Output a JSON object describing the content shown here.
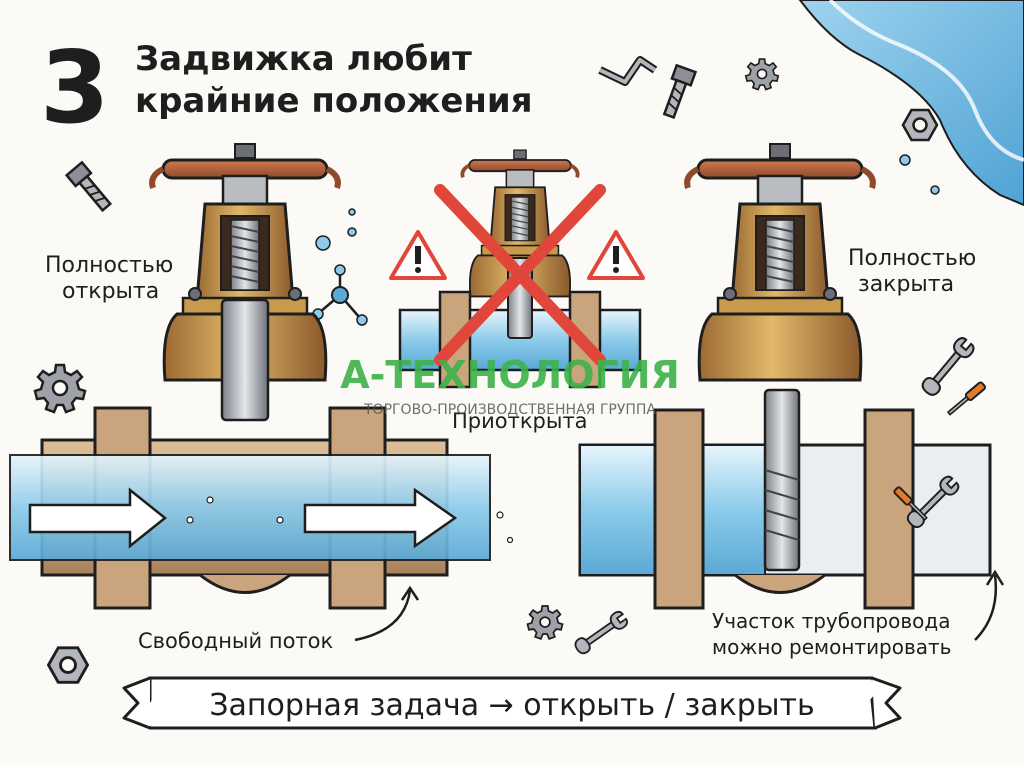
{
  "header": {
    "number": "3",
    "title_line1": "Задвижка любит",
    "title_line2": "крайние положения"
  },
  "valves": {
    "open": {
      "label_line1": "Полностью",
      "label_line2": "открыта",
      "caption": "Свободный поток"
    },
    "partial": {
      "label": "Приоткрыта"
    },
    "closed": {
      "label_line1": "Полностью",
      "label_line2": "закрыта",
      "caption_line1": "Участок трубопровода",
      "caption_line2": "можно ремонтировать"
    }
  },
  "banner": {
    "text": "Запорная задача → открыть / закрыть"
  },
  "watermark": {
    "brand": "А-ТЕХНОЛОГИЯ",
    "tagline": "ТОРГОВО-ПРОИЗВОДСТВЕННАЯ ГРУППА"
  },
  "colors": {
    "ink": "#1e1e1e",
    "brass": "#c99a4c",
    "brass_dark": "#8a5a2b",
    "handwheel": "#b5653f",
    "water": "#7fc3e6",
    "water_light": "#cbe8f6",
    "pipe": "#c8a27a",
    "red_cross": "#e0473a",
    "watermark": "#3db34a"
  },
  "icons": [
    "bolt-icon",
    "gear-icon",
    "nut-icon",
    "wrench-icon",
    "screwdriver-icon",
    "molecule-icon",
    "warning-icon",
    "arrow-icon"
  ]
}
